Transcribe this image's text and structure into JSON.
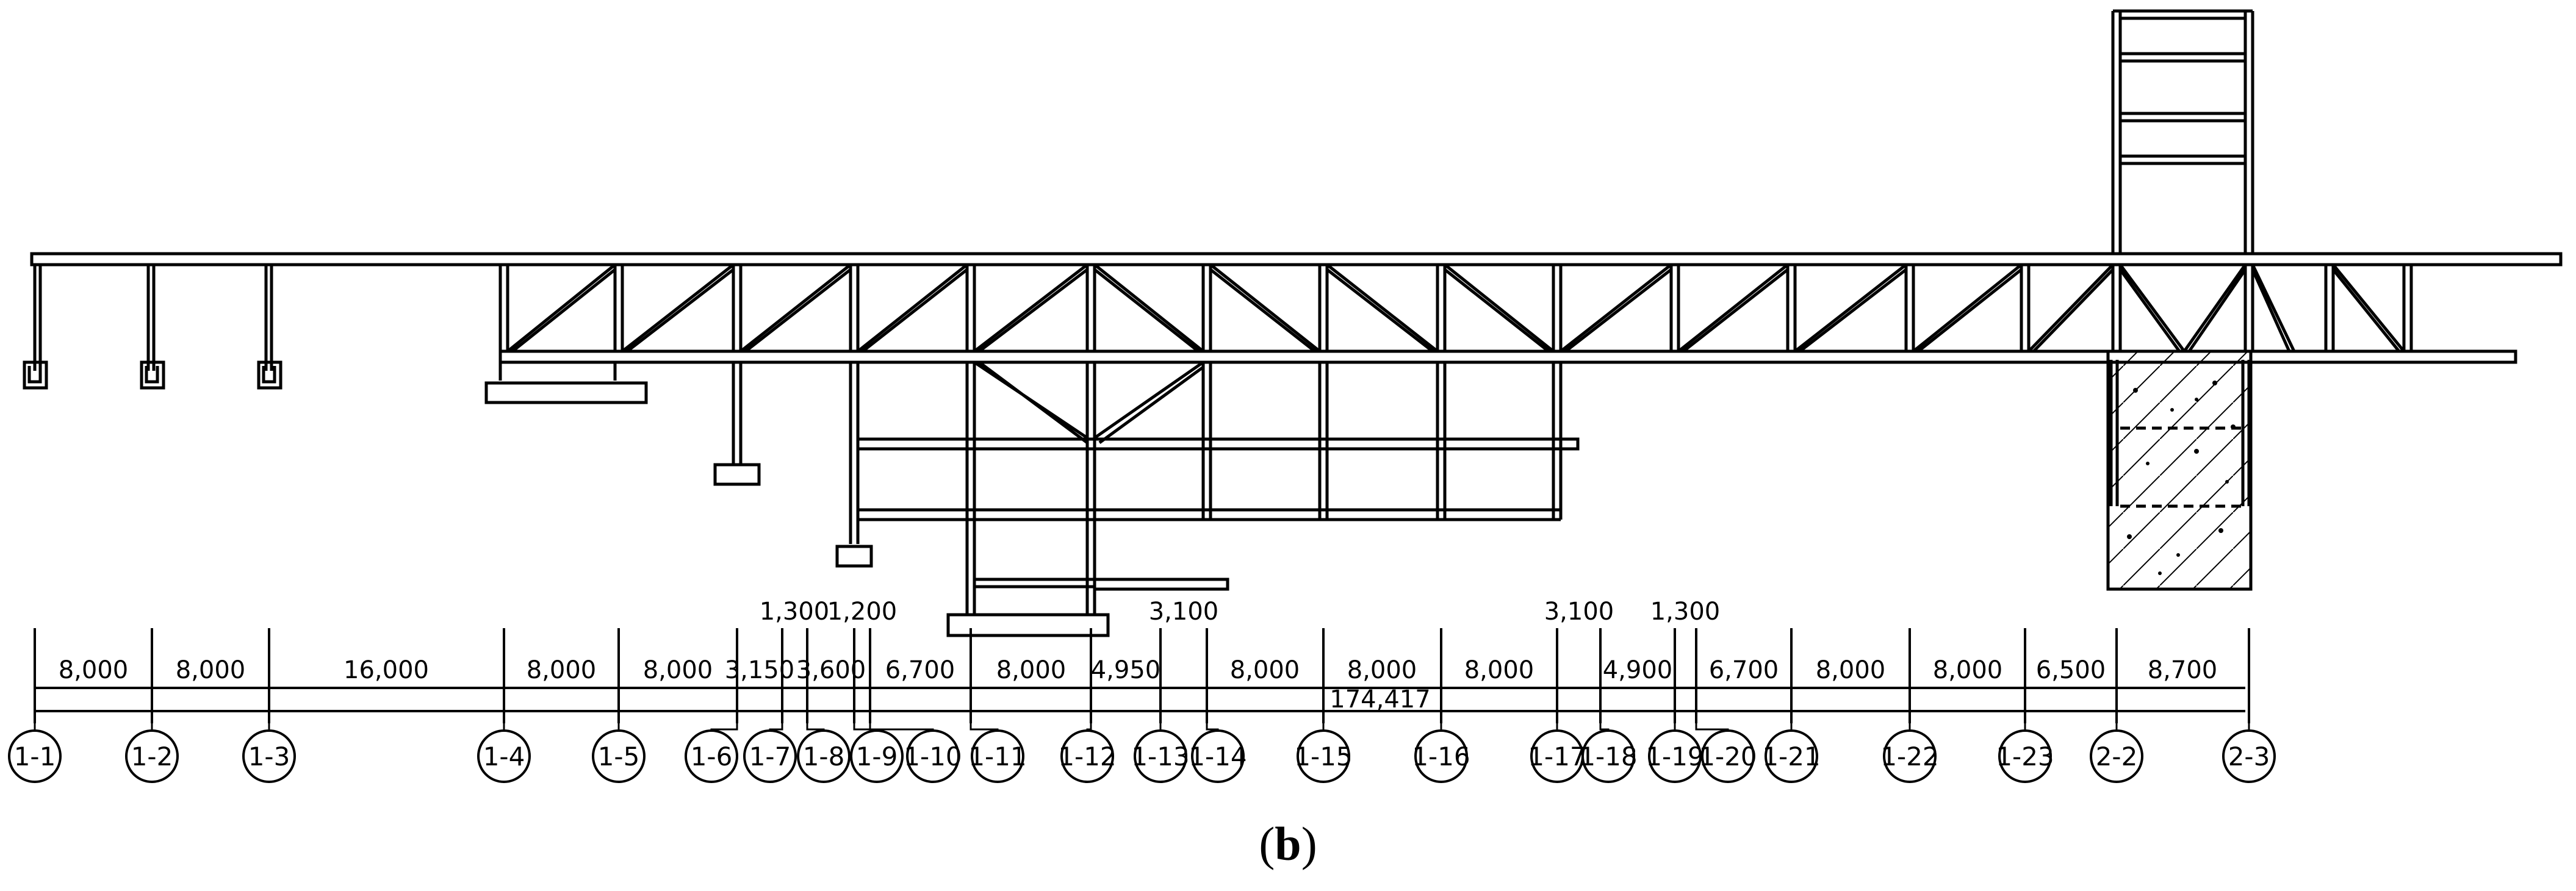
{
  "drawing": {
    "total_dimension": "174,417",
    "caption": "(b)",
    "caption_open": "(",
    "caption_letter": "b",
    "caption_close": ")"
  },
  "axes": [
    "1-1",
    "1-2",
    "1-3",
    "1-4",
    "1-5",
    "1-6",
    "1-7",
    "1-8",
    "1-9",
    "1-10",
    "1-11",
    "1-12",
    "1-13",
    "1-14",
    "1-15",
    "1-16",
    "1-17",
    "1-18",
    "1-19",
    "1-20",
    "1-21",
    "1-22",
    "1-23",
    "2-2",
    "2-3"
  ],
  "spacings": [
    "8,000",
    "8,000",
    "16,000",
    "8,000",
    "8,000",
    "3,150",
    "1,300",
    "3,600",
    "1,200",
    "6,700",
    "8,000",
    "4,950",
    "3,100",
    "8,000",
    "8,000",
    "8,000",
    "3,100",
    "4,900",
    "1,300",
    "6,700",
    "8,000",
    "8,000",
    "6,500",
    "8,700"
  ]
}
